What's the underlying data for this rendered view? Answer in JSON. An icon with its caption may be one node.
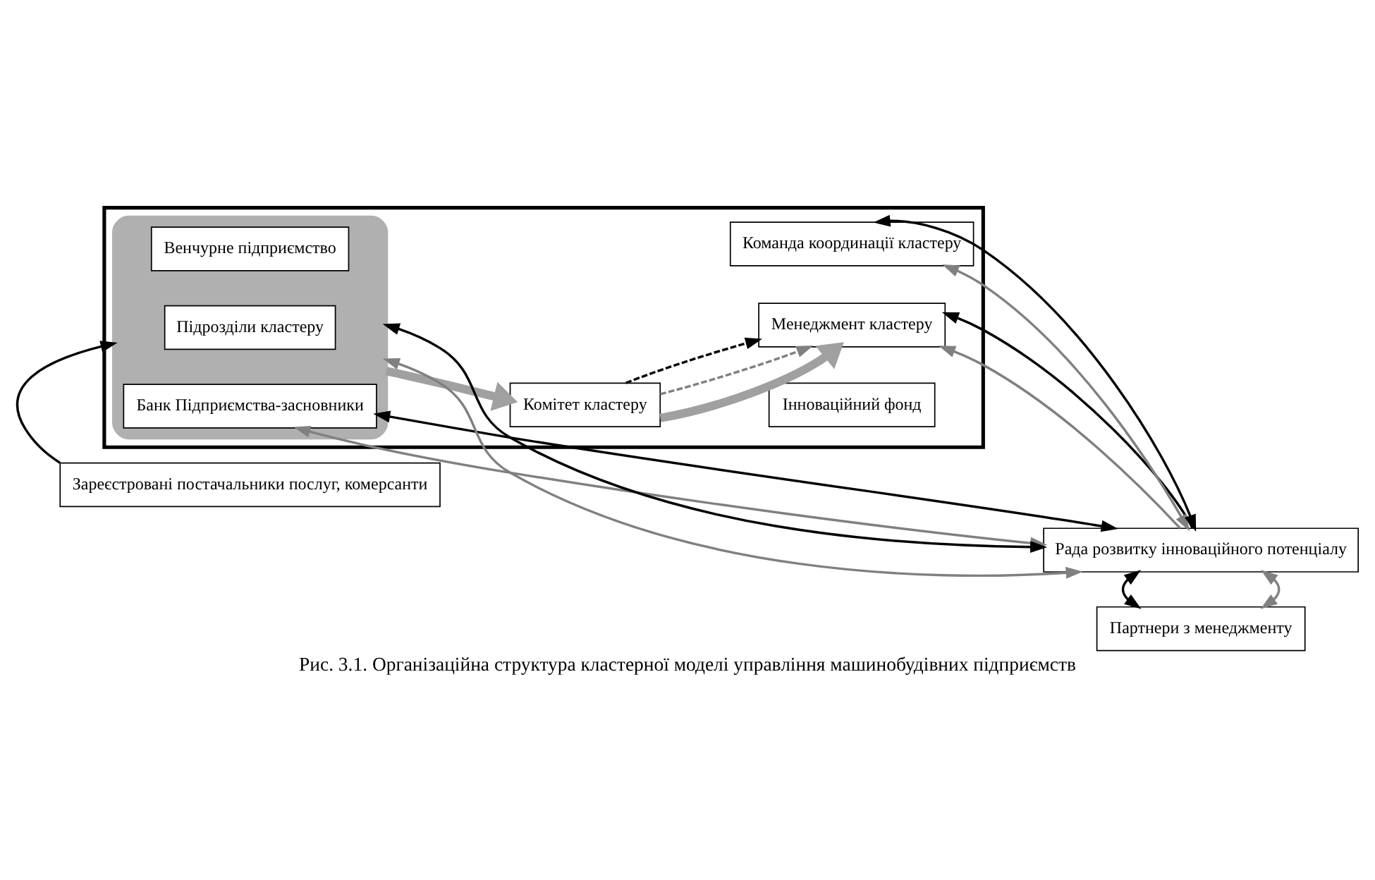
{
  "diagram": {
    "caption": "Рис. 3.1. Організаційна структура кластерної моделі управління машинобудівних підприємств",
    "nodes": [
      {
        "text": [],
        "shape": "box"
      },
      {
        "text": [],
        "shape": "ellipse",
        "in": 0
      },
      {
        "text": [
          "Банк Підприємства-засновники"
        ],
        "in": 1
      },
      {
        "text": [
          "Венчурне підприємство"
        ],
        "in": 1
      },
      {
        "text": [
          "Підрозділи кластеру"
        ],
        "in": 1
      },
      {
        "text": [
          "Інноваційний фонд"
        ],
        "in": 0
      },
      {
        "text": [
          "Рада розвитку інноваційного потенціалу"
        ]
      },
      {
        "text": [
          "Комітет кластеру"
        ],
        "in": 0
      },
      {
        "text": [
          "Менеджмент кластеру"
        ],
        "in": 0
      },
      {
        "text": [
          "Команда координації кластеру"
        ],
        "in": 0
      },
      {
        "text": [
          "Зареєстровані постачальники послуг, комерсанти"
        ]
      },
      {
        "text": [
          "Партнери з менеджменту"
        ]
      }
    ],
    "edges": [
      {
        "from": 6,
        "to": 2,
        "arrow": "both",
        "color": "#808080"
      },
      {
        "from": 6,
        "to": 2,
        "arrow": "both"
      },
      {
        "from": 6,
        "to": 1,
        "arrow": "both",
        "color": "#808080"
      },
      {
        "from": 6,
        "to": 1,
        "arrow": "both"
      },
      {
        "from": 1,
        "to": 7,
        "arrow": "to",
        "style": "thick",
        "color": "#a0a0a0"
      },
      {
        "from": 7,
        "to": 8,
        "arrow": "to",
        "style": "thick",
        "color": "#a0a0a0"
      },
      {
        "from": 7,
        "to": 8,
        "arrow": "to",
        "style": "dashed",
        "color": "#808080"
      },
      {
        "from": 7,
        "to": 8,
        "arrow": "to",
        "style": "dashed"
      },
      {
        "from": 6,
        "to": 8,
        "arrow": "to",
        "color": "#808080"
      },
      {
        "from": 6,
        "to": 8,
        "arrow": "to"
      },
      {
        "from": 6,
        "to": 9,
        "arrow": "both",
        "color": "#808080"
      },
      {
        "from": 6,
        "to": 9,
        "arrow": "both"
      },
      {
        "from": 6,
        "to": 11,
        "arrow": "both",
        "color": "#808080"
      },
      {
        "from": 6,
        "to": 11,
        "arrow": "both"
      },
      {
        "from": 10,
        "to": 1,
        "arrow": "to"
      }
    ]
  }
}
